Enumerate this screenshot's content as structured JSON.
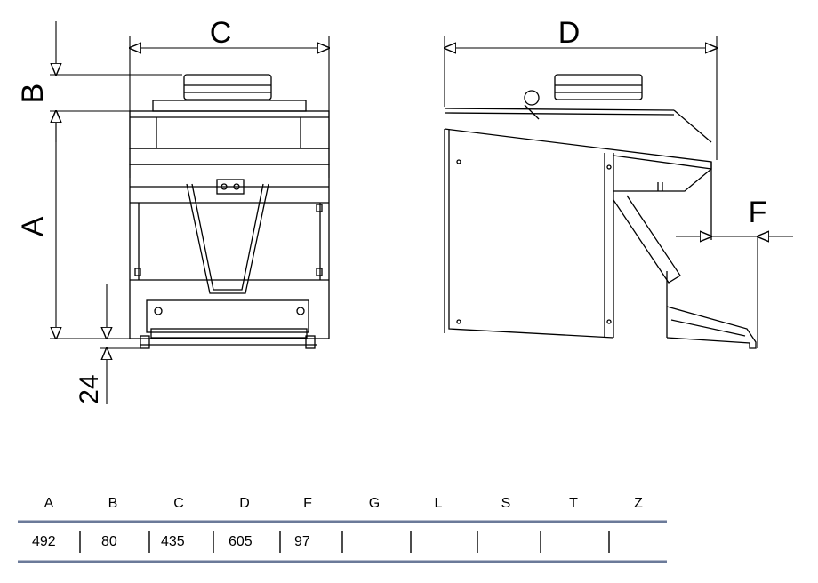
{
  "drawing": {
    "labels": {
      "a": "A",
      "b": "B",
      "c": "C",
      "d": "D",
      "f": "F",
      "small_offset": "24"
    }
  },
  "dimension_table": {
    "headers": [
      "A",
      "B",
      "C",
      "D",
      "F",
      "G",
      "L",
      "S",
      "T",
      "Z"
    ],
    "values": [
      "492",
      "80",
      "435",
      "605",
      "97",
      "",
      "",
      "",
      "",
      ""
    ]
  }
}
